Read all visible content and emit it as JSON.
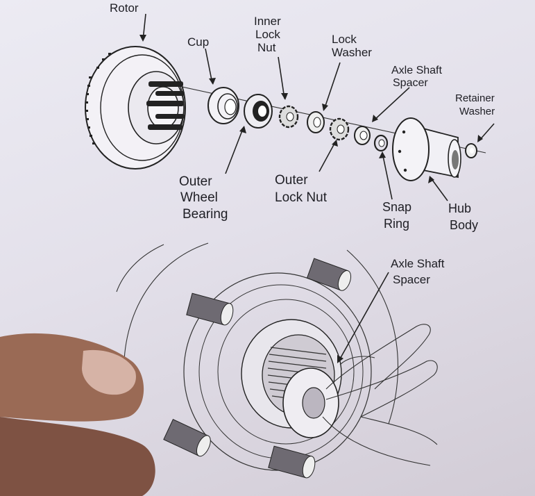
{
  "top_labels": {
    "rotor": "Rotor",
    "cup": "Cup",
    "inner_lock_nut": [
      "Inner",
      "Lock",
      "Nut"
    ],
    "lock_washer": [
      "Lock",
      "Washer"
    ],
    "axle_shaft_spacer": [
      "Axle Shaft",
      "Spacer"
    ],
    "retainer_washer": [
      "Retainer",
      "Washer"
    ],
    "outer_wheel_bearing": [
      "Outer",
      "Wheel",
      "Bearing"
    ],
    "outer_lock_nut": [
      "Outer",
      "Lock Nut"
    ],
    "snap_ring": [
      "Snap",
      "Ring"
    ],
    "hub_body": [
      "Hub",
      "Body"
    ]
  },
  "bottom_labels": {
    "axle_shaft_spacer": [
      "Axle Shaft",
      "Spacer"
    ]
  }
}
